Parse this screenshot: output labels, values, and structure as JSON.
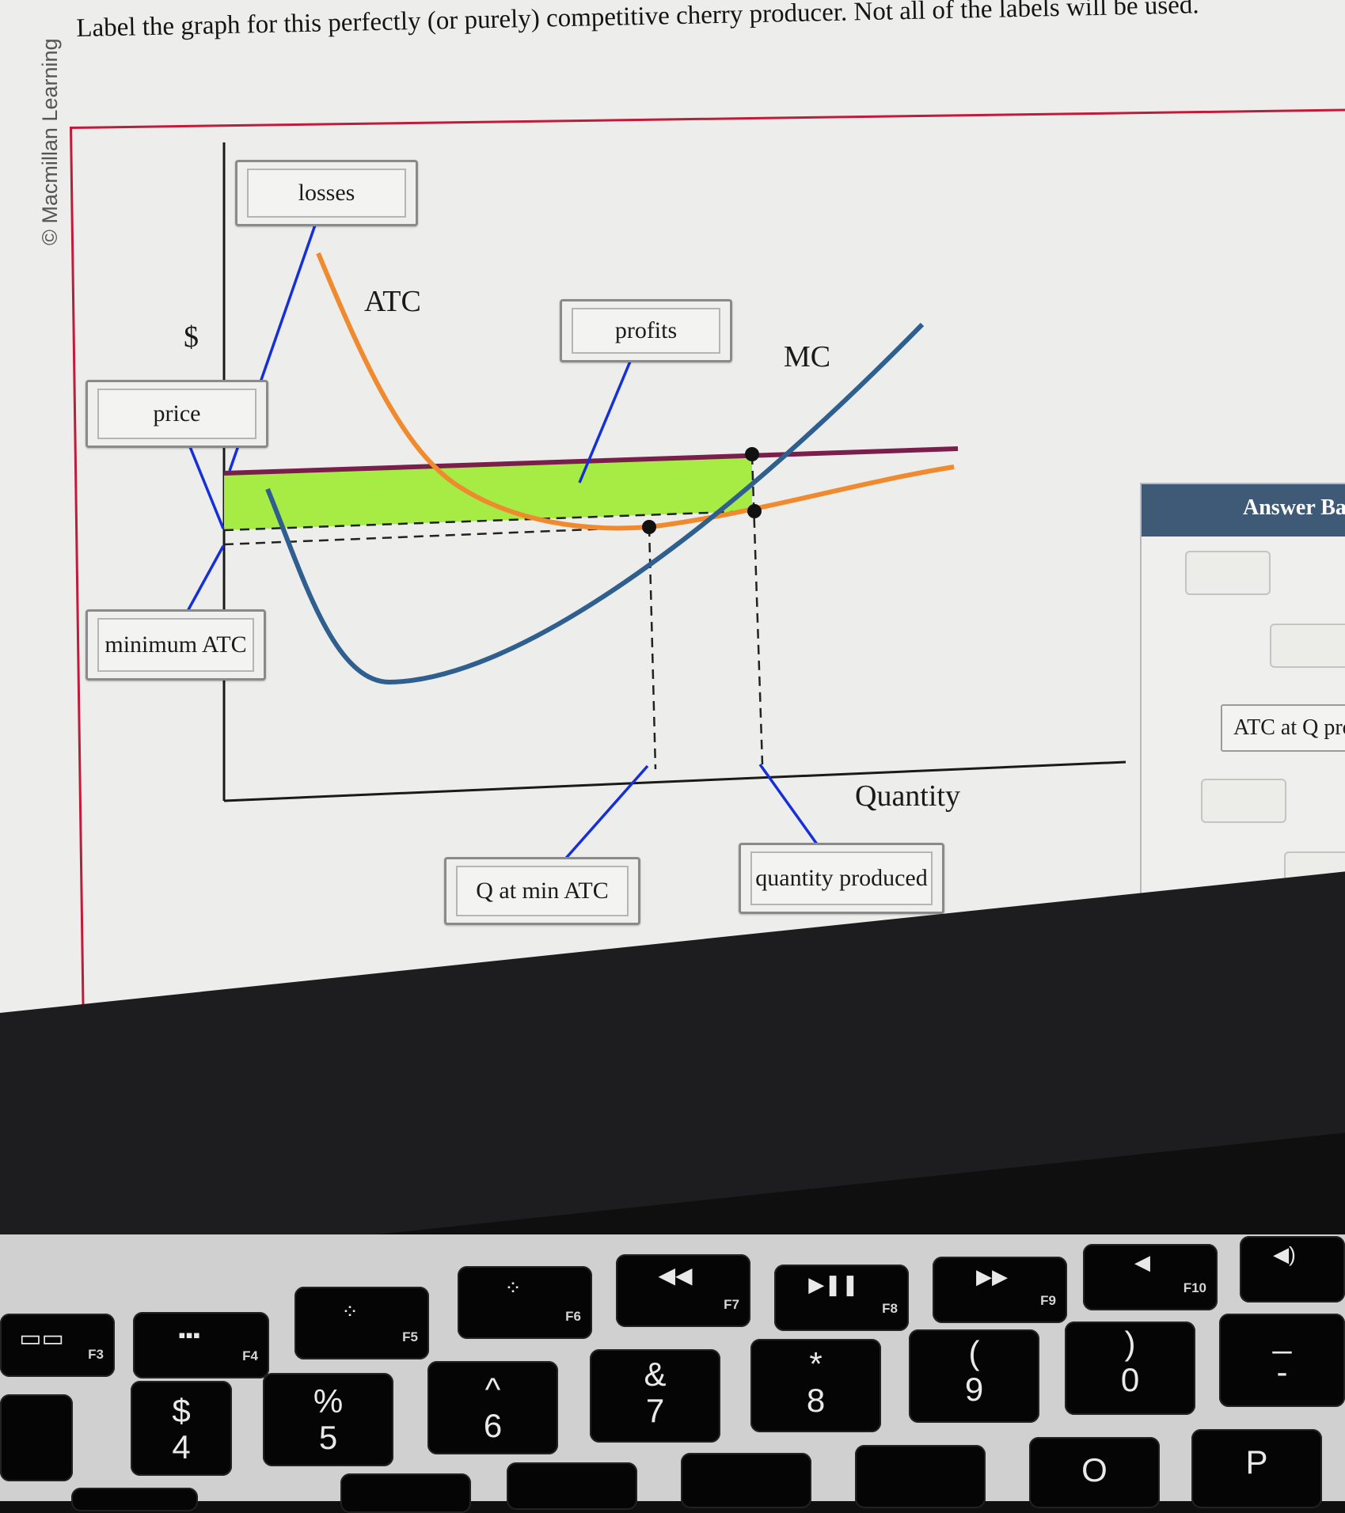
{
  "watermark": "© Macmillan Learning",
  "question": "Label the graph for this perfectly (or purely) competitive cherry producer. Not all of the labels will be used.",
  "graph": {
    "y_axis_symbol": "$",
    "x_axis_label": "Quantity",
    "atc_curve_label": "ATC",
    "mc_curve_label": "MC",
    "colors": {
      "price_line": "#7a1f4c",
      "atc_curve": "#f08a2e",
      "mc_curve": "#2f5f8f",
      "profit_area": "#a6ec45",
      "connector": "#1530d8",
      "border": "#c11a3a"
    }
  },
  "placed_labels": {
    "losses": "losses",
    "profits": "profits",
    "price": "price",
    "minimum_atc": "minimum ATC",
    "q_at_min_atc": "Q at min ATC",
    "quantity_produced": "quantity produced"
  },
  "answer_bank": {
    "title": "Answer Ban",
    "labels": [
      "ATC at Q pro"
    ]
  },
  "keyboard": {
    "function_keys": [
      {
        "icon": "mission-control-icon",
        "fn": "F3"
      },
      {
        "icon": "launchpad-icon",
        "fn": "F4"
      },
      {
        "icon": "keyboard-brightness-down-icon",
        "fn": "F5"
      },
      {
        "icon": "keyboard-brightness-up-icon",
        "fn": "F6"
      },
      {
        "icon": "rewind-icon",
        "fn": "F7"
      },
      {
        "icon": "play-pause-icon",
        "fn": "F8"
      },
      {
        "icon": "fast-forward-icon",
        "fn": "F9"
      },
      {
        "icon": "mute-icon",
        "fn": "F10"
      },
      {
        "icon": "volume-down-icon",
        "fn": ""
      }
    ],
    "number_keys": [
      {
        "top": "$",
        "bottom": "4"
      },
      {
        "top": "%",
        "bottom": "5"
      },
      {
        "top": "^",
        "bottom": "6"
      },
      {
        "top": "&",
        "bottom": "7"
      },
      {
        "top": "*",
        "bottom": "8"
      },
      {
        "top": "(",
        "bottom": "9"
      },
      {
        "top": ")",
        "bottom": "0"
      },
      {
        "top": "_",
        "bottom": "-"
      }
    ],
    "letter_keys": [
      "O",
      "P"
    ]
  }
}
